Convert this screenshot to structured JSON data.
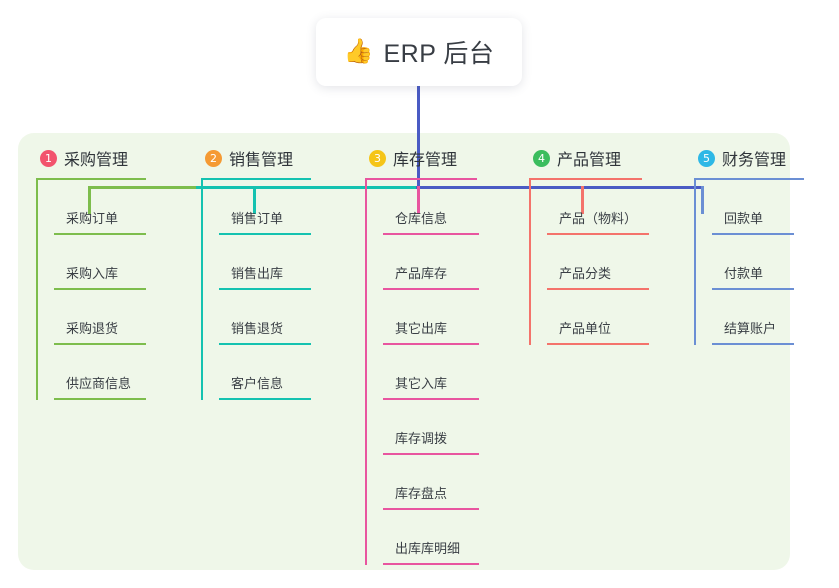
{
  "root": {
    "emoji": "👍",
    "emoji_name": "thumbs-up-icon",
    "title": "ERP 后台"
  },
  "colors": {
    "canvas_background": "#eff7e9",
    "page_background": "#ffffff",
    "root_stem": "#4a5bc4",
    "bus_green": "#7dbd4c",
    "bus_teal": "#14c2b0",
    "bus_indigo": "#4a5bc4",
    "branch_1": "#7dbd4c",
    "branch_2": "#14c2b0",
    "branch_3": "#e8559f",
    "branch_4": "#f4736b",
    "branch_5": "#6b8fd4",
    "badge_1": "#f2536d",
    "badge_2": "#f59a33",
    "badge_3": "#f5c518",
    "badge_4": "#3bbd5e",
    "badge_5": "#2eb8e6",
    "text_primary": "#2f343a",
    "text_leaf": "#3a3f45"
  },
  "branches": [
    {
      "number": "1",
      "title": "采购管理",
      "badge_color": "#f2536d",
      "line_color": "#7dbd4c",
      "items": [
        {
          "label": "采购订单"
        },
        {
          "label": "采购入库"
        },
        {
          "label": "采购退货"
        },
        {
          "label": "供应商信息"
        }
      ]
    },
    {
      "number": "2",
      "title": "销售管理",
      "badge_color": "#f59a33",
      "line_color": "#14c2b0",
      "items": [
        {
          "label": "销售订单"
        },
        {
          "label": "销售出库"
        },
        {
          "label": "销售退货"
        },
        {
          "label": "客户信息"
        }
      ]
    },
    {
      "number": "3",
      "title": "库存管理",
      "badge_color": "#f5c518",
      "line_color": "#e8559f",
      "items": [
        {
          "label": "仓库信息"
        },
        {
          "label": "产品库存"
        },
        {
          "label": "其它出库"
        },
        {
          "label": "其它入库"
        },
        {
          "label": "库存调拨"
        },
        {
          "label": "库存盘点"
        },
        {
          "label": "出库库明细"
        }
      ]
    },
    {
      "number": "4",
      "title": "产品管理",
      "badge_color": "#3bbd5e",
      "line_color": "#f4736b",
      "items": [
        {
          "label": "产品（物料）"
        },
        {
          "label": "产品分类"
        },
        {
          "label": "产品单位"
        }
      ]
    },
    {
      "number": "5",
      "title": "财务管理",
      "badge_color": "#2eb8e6",
      "line_color": "#6b8fd4",
      "items": [
        {
          "label": "回款单"
        },
        {
          "label": "付款单"
        },
        {
          "label": "结算账户"
        }
      ]
    }
  ]
}
